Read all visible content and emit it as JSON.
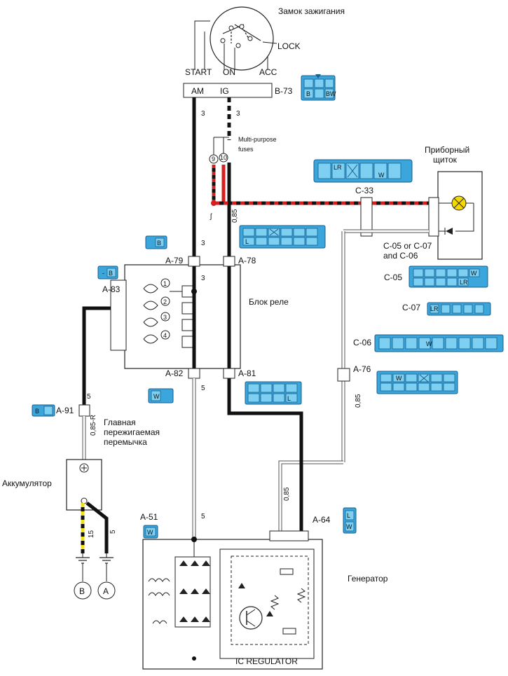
{
  "ignition": {
    "title": "Замок зажигания",
    "lock": "LOCK",
    "start": "START",
    "on": "ON",
    "acc": "ACC",
    "am": "AM",
    "ig": "IG",
    "connector": "B-73"
  },
  "fuses": {
    "label_line1": "Multi-purpose",
    "label_line2": "fuses",
    "n9": "9",
    "n10": "10"
  },
  "dashboard": {
    "title_line1": "Приборный",
    "title_line2": "щиток"
  },
  "relay_block": {
    "title": "Блок реле",
    "r1": "1",
    "r2": "2",
    "r3": "3",
    "r4": "4"
  },
  "fuse_link": {
    "line1": "Главная",
    "line2": "пережигаемая",
    "line3": "перемычка"
  },
  "battery": {
    "title": "Аккумулятор"
  },
  "generator": {
    "title": "Генератор",
    "regulator": "IC REGULATOR"
  },
  "grounds": {
    "b": "B",
    "a": "A"
  },
  "connectors": {
    "b73": "B-73",
    "c33": "C-33",
    "c05_alt_line1": "C-05 or C-07",
    "c05_alt_line2": "and C-06",
    "c05": "C-05",
    "c07": "C-07",
    "c06": "C-06",
    "a79": "A-79",
    "a78": "A-78",
    "a83": "A-83",
    "a82": "A-82",
    "a81": "A-81",
    "a76": "A-76",
    "a91": "A-91",
    "a51": "A-51",
    "a64": "A-64"
  },
  "wire_sizes": {
    "w3a": "3",
    "w3b": "3",
    "w3c": "3",
    "w3d": "3",
    "w085a": "0,85",
    "w5a": "5",
    "w085b": "0,85",
    "w5b": "5",
    "w085r": "0,85-R",
    "w5c": "5",
    "w15": "15",
    "w085c": "0,85",
    "w5d": "5"
  },
  "pin_codes": {
    "b": "B",
    "bw": "BW",
    "lr": "LR",
    "w": "W",
    "l": "L",
    "dash": "-"
  },
  "colors": {
    "black": "#111111",
    "red": "#d42020",
    "yellow": "#f2e01e",
    "connector_blue": "#3aa6dc",
    "connector_dark": "#1b5f8c",
    "lamp_yellow": "#f5d800"
  },
  "icons": [
    "lamp-icon",
    "diode-icon",
    "ground-icon",
    "fuse-icon"
  ]
}
